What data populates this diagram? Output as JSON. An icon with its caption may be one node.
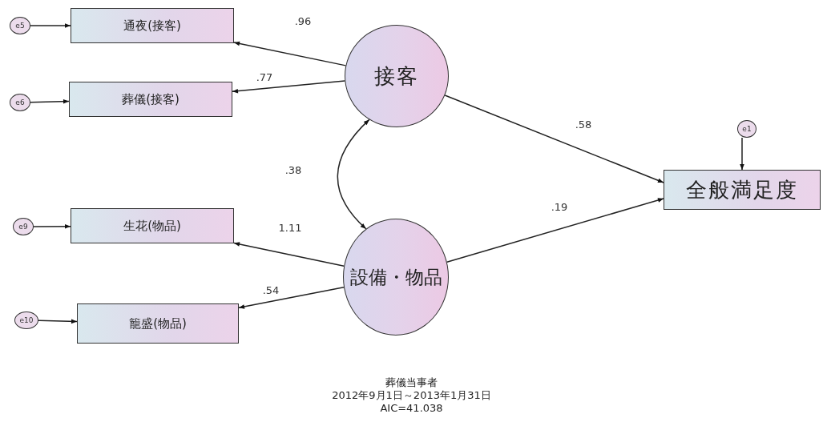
{
  "diagram": {
    "nodes": [
      {
        "text": [
          "e5"
        ]
      },
      {
        "text": [
          "通夜(接客)"
        ]
      },
      {
        "text": [
          "e6"
        ]
      },
      {
        "text": [
          "葬儀(接客)"
        ]
      },
      {
        "text": [
          "接客"
        ]
      },
      {
        "text": [
          "e1"
        ]
      },
      {
        "text": [
          "全般満足度"
        ]
      },
      {
        "text": [
          "e9"
        ]
      },
      {
        "text": [
          "生花(物品)"
        ]
      },
      {
        "text": [
          "設備・物品"
        ]
      },
      {
        "text": [
          "e10"
        ]
      },
      {
        "text": [
          "籠盛(物品)"
        ]
      }
    ],
    "edges": [
      {
        "from": 0,
        "to": 1,
        "arrow": "to"
      },
      {
        "from": 2,
        "to": 3,
        "arrow": "to"
      },
      {
        "from": 7,
        "to": 8,
        "arrow": "to"
      },
      {
        "from": 10,
        "to": 11,
        "arrow": "to"
      },
      {
        "from": 4,
        "to": 1,
        "arrow": "to",
        "label": ".96"
      },
      {
        "from": 4,
        "to": 3,
        "arrow": "to",
        "label": ".77"
      },
      {
        "from": 4,
        "to": 9,
        "arrow": "both",
        "label": ".38"
      },
      {
        "from": 9,
        "to": 8,
        "arrow": "to",
        "label": "1.11"
      },
      {
        "from": 9,
        "to": 11,
        "arrow": "to",
        "label": ".54"
      },
      {
        "from": 4,
        "to": 6,
        "arrow": "to",
        "label": ".58"
      },
      {
        "from": 9,
        "to": 6,
        "arrow": "to",
        "label": ".19"
      },
      {
        "from": 5,
        "to": 6,
        "arrow": "to"
      }
    ],
    "labels": [
      "葬儀当事者",
      "2012年9月1日～2013年1月31日",
      "AIC=41.038"
    ]
  }
}
